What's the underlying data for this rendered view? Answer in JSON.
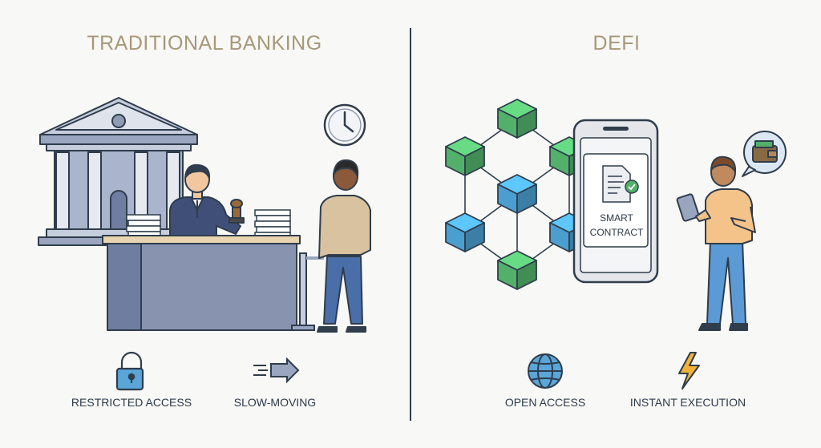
{
  "left": {
    "title": "TRADITIONAL BANKING",
    "features": [
      {
        "label": "RESTRICTED ACCESS",
        "icon": "lock-icon"
      },
      {
        "label": "SLOW-MOVING",
        "icon": "slow-arrow-icon"
      }
    ]
  },
  "right": {
    "title": "DEFI",
    "contract_label_line1": "SMART",
    "contract_label_line2": "CONTRACT",
    "features": [
      {
        "label": "OPEN ACCESS",
        "icon": "globe-icon"
      },
      {
        "label": "INSTANT EXECUTION",
        "icon": "lightning-icon"
      }
    ]
  },
  "colors": {
    "title": "#a89878",
    "divider": "#2f3d4c",
    "bank": "#8f9bb5",
    "desk": "#6f7ea0",
    "green_cube": "#52b06a",
    "blue_cube": "#4a9fd0",
    "phone": "#e4e6ea",
    "accent": "#f0b23a"
  }
}
